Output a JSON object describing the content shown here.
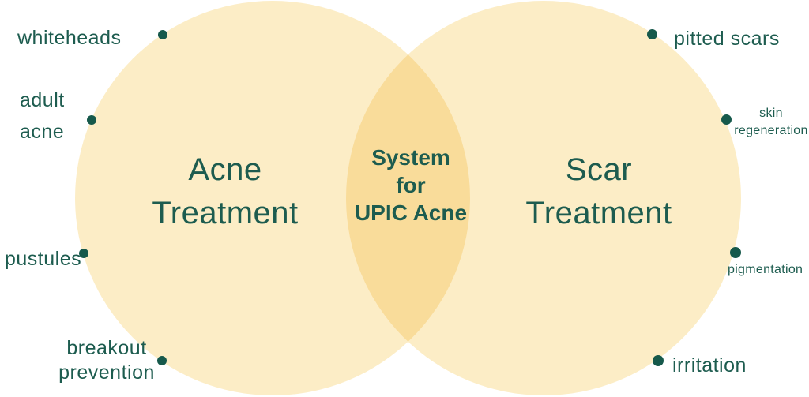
{
  "colors": {
    "background": "#FFFFFF",
    "circle_fill": "#FCEDC6",
    "overlap_fill": "#F8DC9C",
    "text_teal": "#1D5C4F",
    "dot_color": "#16594B"
  },
  "venn": {
    "type": "venn-diagram",
    "left_circle_title": "Acne\nTreatment",
    "right_circle_title": "Scar\nTreatment",
    "intersection_label": "System\nfor\nUPIC Acne",
    "left_labels": {
      "whiteheads": "whiteheads",
      "adult_acne": "adult\nacne",
      "pustules": "pustules",
      "breakout_prevention": "breakout\nprevention"
    },
    "right_labels": {
      "pitted_scars": "pitted scars",
      "skin_regeneration": "skin\nregeneration",
      "pigmentation": "pigmentation",
      "irritation": "irritation"
    }
  }
}
